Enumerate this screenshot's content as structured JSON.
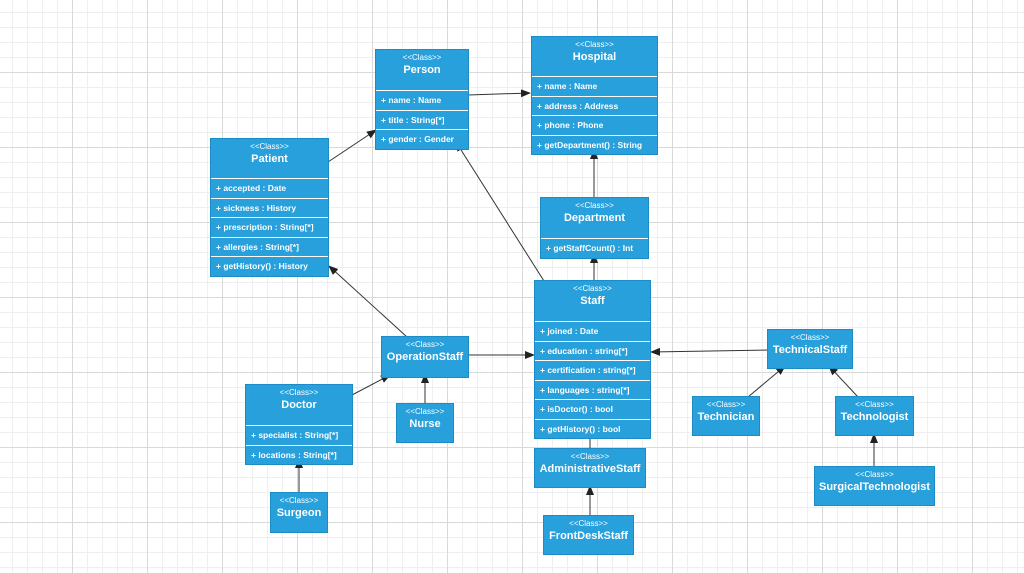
{
  "diagram": {
    "classes": [
      {
        "id": "person",
        "stereotype": "<<Class>>",
        "name": "Person",
        "members": [
          "+ name : Name",
          "+ title : String[*]",
          "+ gender : Gender"
        ]
      },
      {
        "id": "hospital",
        "stereotype": "<<Class>>",
        "name": "Hospital",
        "members": [
          "+ name : Name",
          "+ address : Address",
          "+ phone : Phone",
          "+ getDepartment() : String"
        ]
      },
      {
        "id": "patient",
        "stereotype": "<<Class>>",
        "name": "Patient",
        "members": [
          "+ accepted : Date",
          "+ sickness : History",
          "+ prescription : String[*]",
          "+ allergies : String[*]",
          "+ getHistory() : History"
        ]
      },
      {
        "id": "department",
        "stereotype": "<<Class>>",
        "name": "Department",
        "members": [
          "+ getStaffCount() : Int"
        ]
      },
      {
        "id": "staff",
        "stereotype": "<<Class>>",
        "name": "Staff",
        "members": [
          "+ joined : Date",
          "+ education : string[*]",
          "+ certification : string[*]",
          "+ languages : string[*]",
          "+ isDoctor() : bool",
          "+ getHistory() : bool"
        ]
      },
      {
        "id": "operationstaff",
        "stereotype": "<<Class>>",
        "name": "OperationStaff",
        "members": []
      },
      {
        "id": "doctor",
        "stereotype": "<<Class>>",
        "name": "Doctor",
        "members": [
          "+ specialist : String[*]",
          "+ locations : String[*]"
        ]
      },
      {
        "id": "nurse",
        "stereotype": "<<Class>>",
        "name": "Nurse",
        "members": []
      },
      {
        "id": "surgeon",
        "stereotype": "<<Class>>",
        "name": "Surgeon",
        "members": []
      },
      {
        "id": "administrativestaff",
        "stereotype": "<<Class>>",
        "name": "AdministrativeStaff",
        "members": []
      },
      {
        "id": "frontdeskstaff",
        "stereotype": "<<Class>>",
        "name": "FrontDeskStaff",
        "members": []
      },
      {
        "id": "technicalstaff",
        "stereotype": "<<Class>>",
        "name": "TechnicalStaff",
        "members": []
      },
      {
        "id": "technician",
        "stereotype": "<<Class>>",
        "name": "Technician",
        "members": []
      },
      {
        "id": "technologist",
        "stereotype": "<<Class>>",
        "name": "Technologist",
        "members": []
      },
      {
        "id": "surgicaltechnologist",
        "stereotype": "<<Class>>",
        "name": "SurgicalTechnologist",
        "members": []
      }
    ],
    "relations": [
      {
        "from": "person",
        "to": "hospital",
        "type": "association"
      },
      {
        "from": "patient",
        "to": "person",
        "type": "generalization"
      },
      {
        "from": "staff",
        "to": "person",
        "type": "generalization"
      },
      {
        "from": "department",
        "to": "hospital",
        "type": "association"
      },
      {
        "from": "staff",
        "to": "department",
        "type": "association"
      },
      {
        "from": "operationstaff",
        "to": "patient",
        "type": "association"
      },
      {
        "from": "operationstaff",
        "to": "staff",
        "type": "generalization"
      },
      {
        "from": "doctor",
        "to": "operationstaff",
        "type": "generalization"
      },
      {
        "from": "nurse",
        "to": "operationstaff",
        "type": "generalization"
      },
      {
        "from": "surgeon",
        "to": "doctor",
        "type": "generalization"
      },
      {
        "from": "administrativestaff",
        "to": "staff",
        "type": "generalization"
      },
      {
        "from": "frontdeskstaff",
        "to": "administrativestaff",
        "type": "generalization"
      },
      {
        "from": "technicalstaff",
        "to": "staff",
        "type": "generalization"
      },
      {
        "from": "technician",
        "to": "technicalstaff",
        "type": "generalization"
      },
      {
        "from": "technologist",
        "to": "technicalstaff",
        "type": "generalization"
      },
      {
        "from": "surgicaltechnologist",
        "to": "technologist",
        "type": "generalization"
      }
    ],
    "colors": {
      "class_fill": "#27a0dc",
      "class_text": "#ffffff",
      "edge": "#333333",
      "grid": "#d9d9d9"
    }
  }
}
